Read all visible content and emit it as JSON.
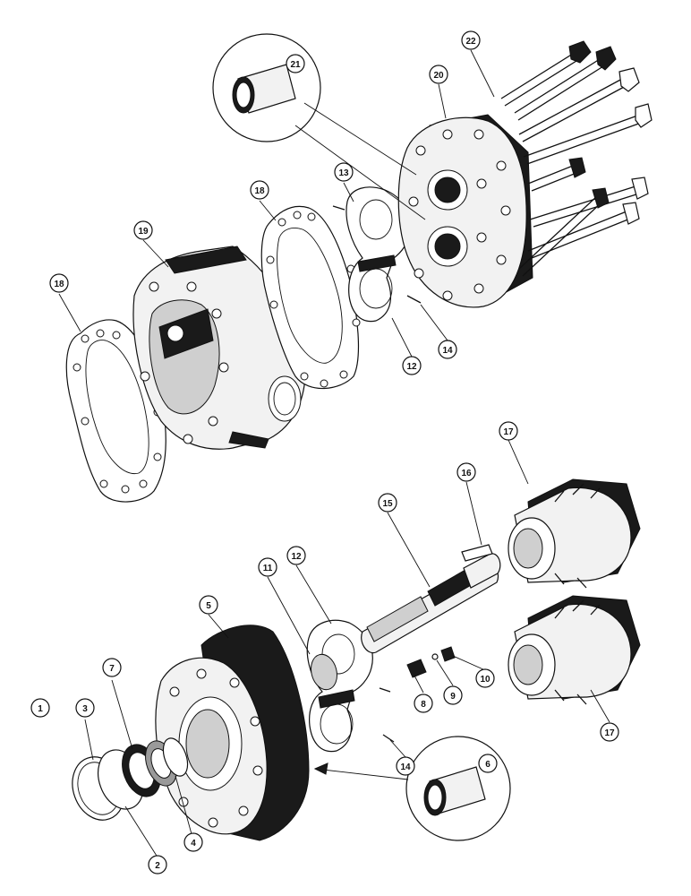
{
  "diagram": {
    "callouts": [
      {
        "id": "c1",
        "label": "1"
      },
      {
        "id": "c2",
        "label": "2"
      },
      {
        "id": "c3",
        "label": "3"
      },
      {
        "id": "c4",
        "label": "4"
      },
      {
        "id": "c5",
        "label": "5"
      },
      {
        "id": "c6",
        "label": "6"
      },
      {
        "id": "c7",
        "label": "7"
      },
      {
        "id": "c8",
        "label": "8"
      },
      {
        "id": "c9",
        "label": "9"
      },
      {
        "id": "c10",
        "label": "10"
      },
      {
        "id": "c11",
        "label": "11"
      },
      {
        "id": "c12a",
        "label": "12"
      },
      {
        "id": "c12b",
        "label": "12"
      },
      {
        "id": "c13",
        "label": "13"
      },
      {
        "id": "c14a",
        "label": "14"
      },
      {
        "id": "c14b",
        "label": "14"
      },
      {
        "id": "c15",
        "label": "15"
      },
      {
        "id": "c16",
        "label": "16"
      },
      {
        "id": "c17a",
        "label": "17"
      },
      {
        "id": "c17b",
        "label": "17"
      },
      {
        "id": "c18a",
        "label": "18"
      },
      {
        "id": "c18b",
        "label": "18"
      },
      {
        "id": "c19",
        "label": "19"
      },
      {
        "id": "c20",
        "label": "20"
      },
      {
        "id": "c21",
        "label": "21"
      },
      {
        "id": "c22",
        "label": "22"
      }
    ]
  }
}
